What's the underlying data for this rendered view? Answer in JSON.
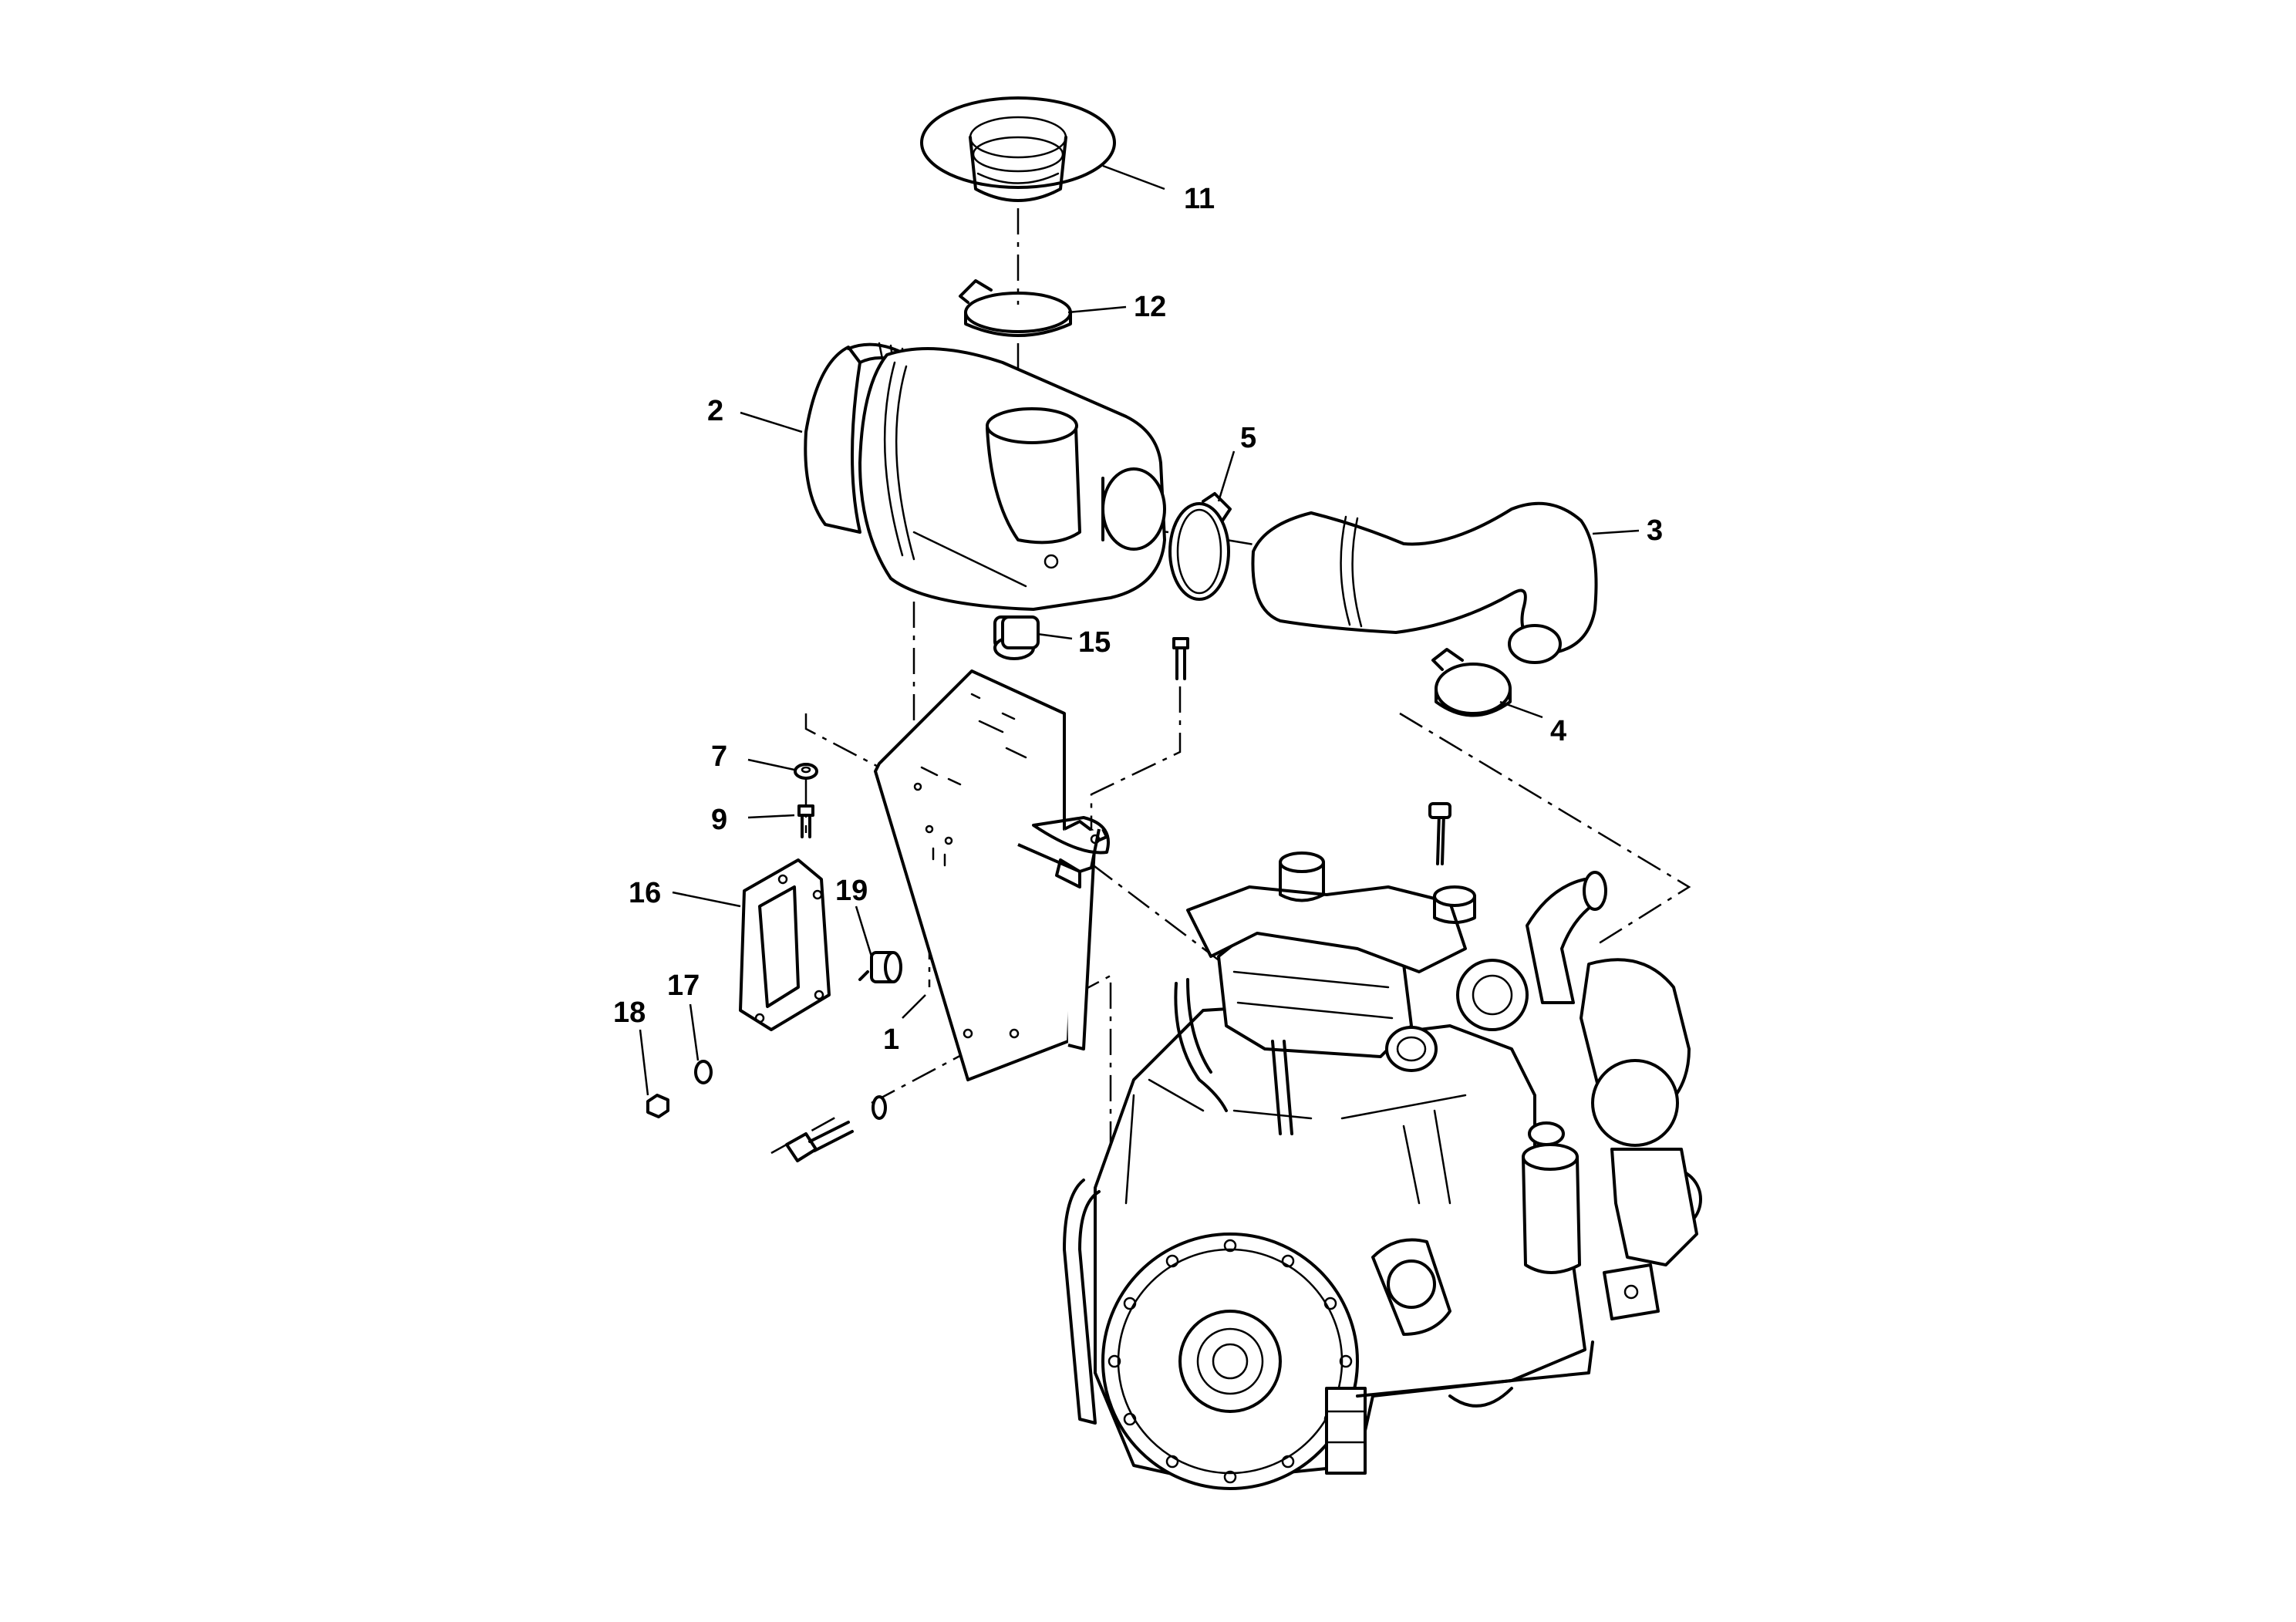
{
  "callouts": {
    "c1": "1",
    "c2": "2",
    "c3": "3",
    "c4": "4",
    "c5": "5",
    "c7": "7",
    "c9": "9",
    "c11": "11",
    "c12": "12",
    "c15": "15",
    "c16": "16",
    "c17": "17",
    "c18": "18",
    "c19": "19"
  },
  "colors": {
    "line": "#000000",
    "background": "#ffffff"
  }
}
